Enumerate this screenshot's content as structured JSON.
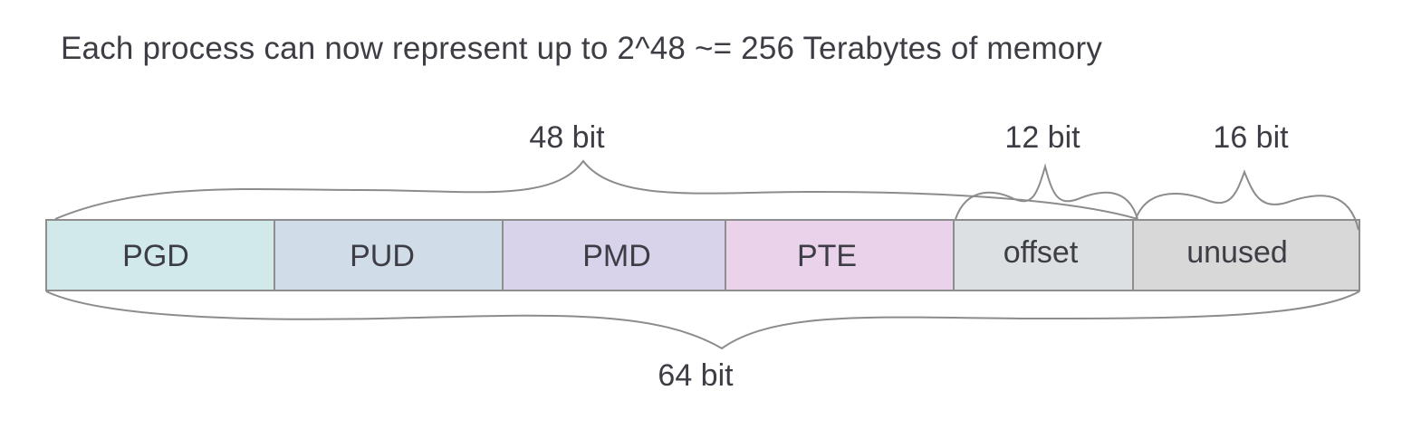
{
  "title": "Each process can now represent up to 2^48 ~= 256 Terabytes of memory",
  "segments": [
    {
      "label": "PGD",
      "color": "#d1eae9"
    },
    {
      "label": "PUD",
      "color": "#d0dde9"
    },
    {
      "label": "PMD",
      "color": "#d8d2ea"
    },
    {
      "label": "PTE",
      "color": "#ead2ea"
    },
    {
      "label": "offset",
      "color": "#dde0e2"
    },
    {
      "label": "unused",
      "color": "#d8d8d8"
    }
  ],
  "braces": {
    "bits_48": {
      "label": "48 bit",
      "color": "#4bb8e0"
    },
    "bits_12": {
      "label": "12 bit",
      "color": "#3d3d45"
    },
    "bits_16": {
      "label": "16 bit",
      "color": "#3d3d45"
    },
    "bits_64": {
      "label": "64 bit",
      "color": "#3d3d45"
    }
  }
}
